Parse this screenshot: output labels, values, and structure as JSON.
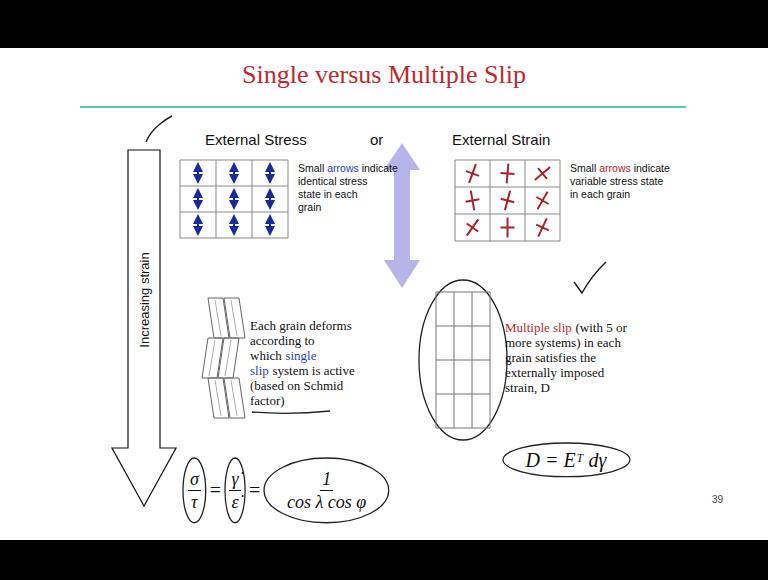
{
  "diagram": {
    "title": "Single versus Multiple Slip",
    "nodes": [
      {
        "text": [
          "σ",
          "τ"
        ]
      },
      {
        "text": [
          "γ̇",
          "ε̇"
        ]
      },
      {
        "text": [
          "1",
          "cos λ cos φ"
        ]
      },
      {
        "text": [
          "D = Eᵀ dγ"
        ]
      }
    ],
    "labels": [
      "External Stress",
      "or",
      "External Strain",
      "Small",
      "arrows",
      "indicate identical stress state in each grain",
      "Small",
      "arrows",
      "indicate variable stress state in each grain",
      "Increasing strain",
      "Each grain deforms according to which",
      "single slip",
      "system is active (based on Schmid factor)",
      "Multiple slip",
      "(with 5 or more systems) in each grain satisfies the externally imposed strain, D",
      "=",
      "=",
      "39"
    ]
  }
}
